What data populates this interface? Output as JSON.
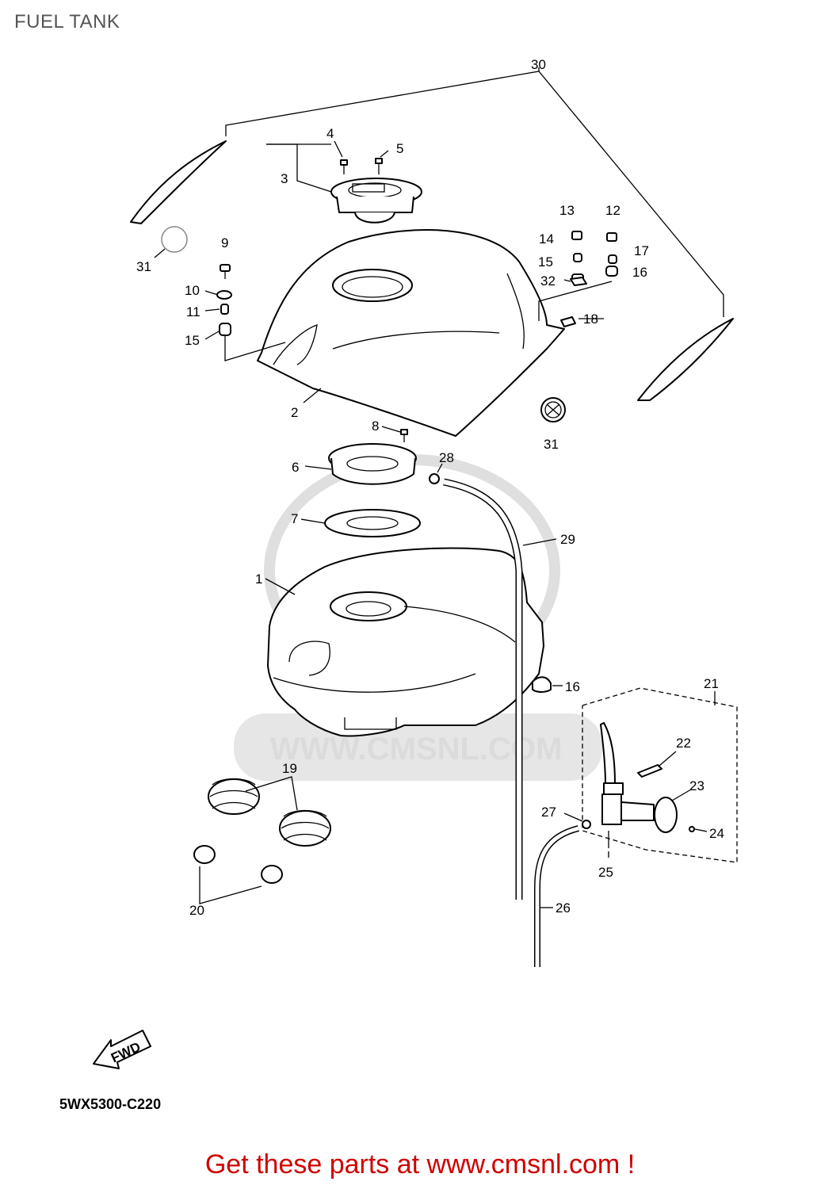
{
  "header": {
    "title": "FUEL TANK"
  },
  "diagram": {
    "code": "5WX5300-C220",
    "fwd_label": "FWD",
    "watermark": {
      "brand": "cms",
      "url": "WWW.CMSNL.COM"
    },
    "callouts": [
      "1",
      "2",
      "3",
      "4",
      "5",
      "6",
      "7",
      "8",
      "9",
      "10",
      "11",
      "12",
      "13",
      "14",
      "15",
      "15",
      "16",
      "16",
      "17",
      "18",
      "19",
      "20",
      "21",
      "22",
      "23",
      "24",
      "25",
      "26",
      "27",
      "28",
      "29",
      "30",
      "31",
      "31",
      "32"
    ]
  },
  "footer": {
    "promo": "Get these parts at www.cmsnl.com !"
  }
}
